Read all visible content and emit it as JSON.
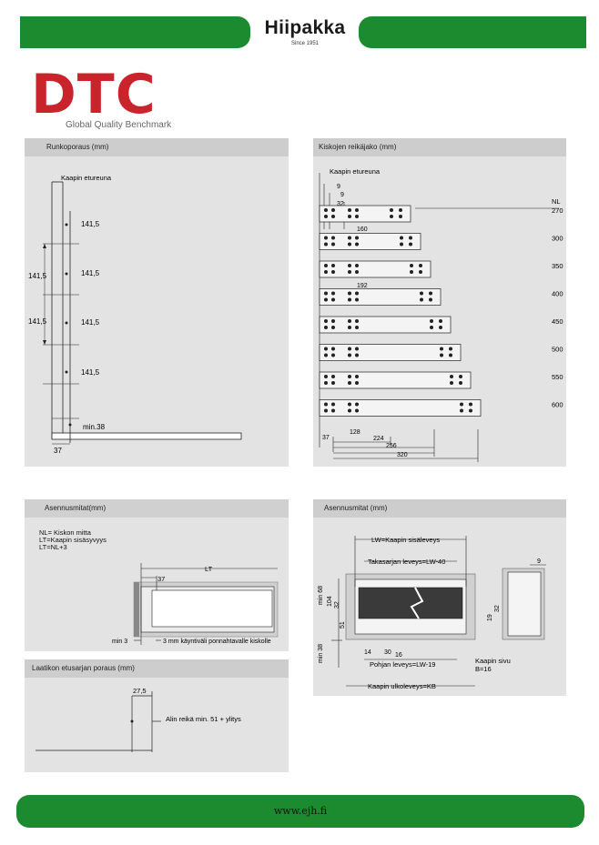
{
  "header": {
    "brand": "Hiipakka",
    "since": "Since 1951"
  },
  "logo": {
    "mark": "DTC",
    "tagline": "Global Quality Benchmark",
    "color": "#c9242b"
  },
  "accent_color": "#1c8a2e",
  "panel1": {
    "title": "Runkoporaus (mm)",
    "front_edge": "Kaapin etureuna",
    "spacings": [
      "141,5",
      "141,5",
      "141,5",
      "141,5"
    ],
    "side_spacings": [
      "141,5",
      "141,5"
    ],
    "min": "min.38",
    "bottom": "37"
  },
  "panel2": {
    "title": "Kiskojen reikäjako (mm)",
    "front_edge": "Kaapin etureuna",
    "top_dims": [
      "9",
      "9",
      "32"
    ],
    "nl_label": "NL",
    "lengths": [
      "270",
      "300",
      "350",
      "400",
      "450",
      "500",
      "550",
      "600"
    ],
    "inner_dims": [
      "160",
      "192"
    ],
    "bottom_dims": [
      "37",
      "128",
      "224",
      "256",
      "320"
    ]
  },
  "panel3": {
    "title": "Asennusmitat(mm)",
    "legend": [
      "NL= Kiskon mitta",
      "LT=Kaapin sisäsyvyys",
      "LT=NL+3"
    ],
    "lt": "LT",
    "dim37": "37",
    "min3": "min 3",
    "note": "3 mm käyntiväli ponnahtavalle kiskolle"
  },
  "panel4": {
    "title": "Laatikon etusarjan poraus (mm)",
    "dim": "27,5",
    "note": "Alin reikä min. 51 + ylitys"
  },
  "panel5": {
    "title": "Asennusmitat (mm)",
    "lw": "LW=Kaapin sisäleveys",
    "back": "Takasarjan leveys=LW-40",
    "left_dims": [
      "min 68",
      "104",
      "32",
      "51"
    ],
    "min38": "min 38",
    "bottom_nums": [
      "16",
      "30",
      "14"
    ],
    "pohja": "Pohjan leveys=LW-19",
    "side": "Kaapin sivu",
    "b16": "B=16",
    "kb": "Kaapin ulkoleveys=KB",
    "right_dims": [
      "9",
      "32",
      "19"
    ]
  },
  "footer": {
    "url": "www.ejh.fi"
  }
}
